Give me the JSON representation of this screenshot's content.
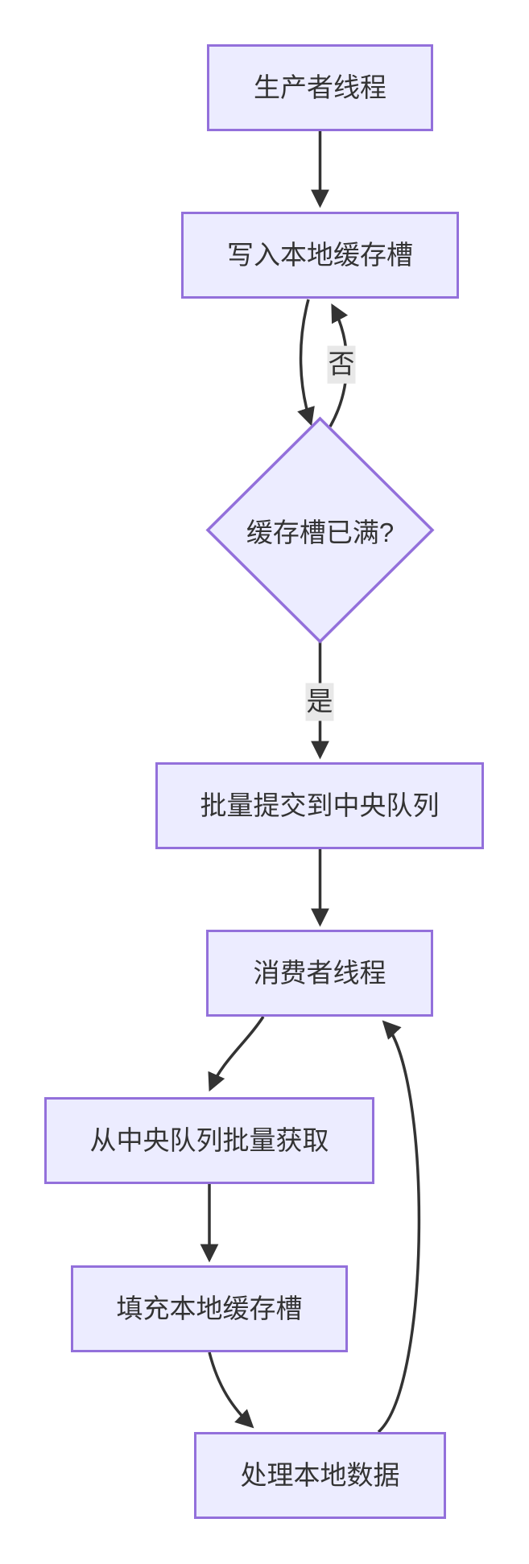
{
  "diagram": {
    "type": "flowchart",
    "direction": "top-down",
    "title": "",
    "nodes": [
      {
        "id": "producer",
        "shape": "rect",
        "label": "生产者线程"
      },
      {
        "id": "write",
        "shape": "rect",
        "label": "写入本地缓存槽"
      },
      {
        "id": "decision",
        "shape": "diamond",
        "label": "缓存槽已满?"
      },
      {
        "id": "submit",
        "shape": "rect",
        "label": "批量提交到中央队列"
      },
      {
        "id": "consumer",
        "shape": "rect",
        "label": "消费者线程"
      },
      {
        "id": "fetch",
        "shape": "rect",
        "label": "从中央队列批量获取"
      },
      {
        "id": "fill",
        "shape": "rect",
        "label": "填充本地缓存槽"
      },
      {
        "id": "process",
        "shape": "rect",
        "label": "处理本地数据"
      }
    ],
    "edges": [
      {
        "from": "producer",
        "to": "write",
        "label": ""
      },
      {
        "from": "write",
        "to": "decision",
        "label": ""
      },
      {
        "from": "decision",
        "to": "write",
        "label": "否"
      },
      {
        "from": "decision",
        "to": "submit",
        "label": "是"
      },
      {
        "from": "submit",
        "to": "consumer",
        "label": ""
      },
      {
        "from": "consumer",
        "to": "fetch",
        "label": ""
      },
      {
        "from": "fetch",
        "to": "fill",
        "label": ""
      },
      {
        "from": "fill",
        "to": "process",
        "label": ""
      },
      {
        "from": "process",
        "to": "consumer",
        "label": ""
      }
    ],
    "colors": {
      "node_fill": "#ECECFF",
      "node_border": "#9370DB",
      "edge_stroke": "#333333",
      "edge_label_bg": "#e8e8e8",
      "text": "#333333",
      "background": "#ffffff"
    }
  }
}
